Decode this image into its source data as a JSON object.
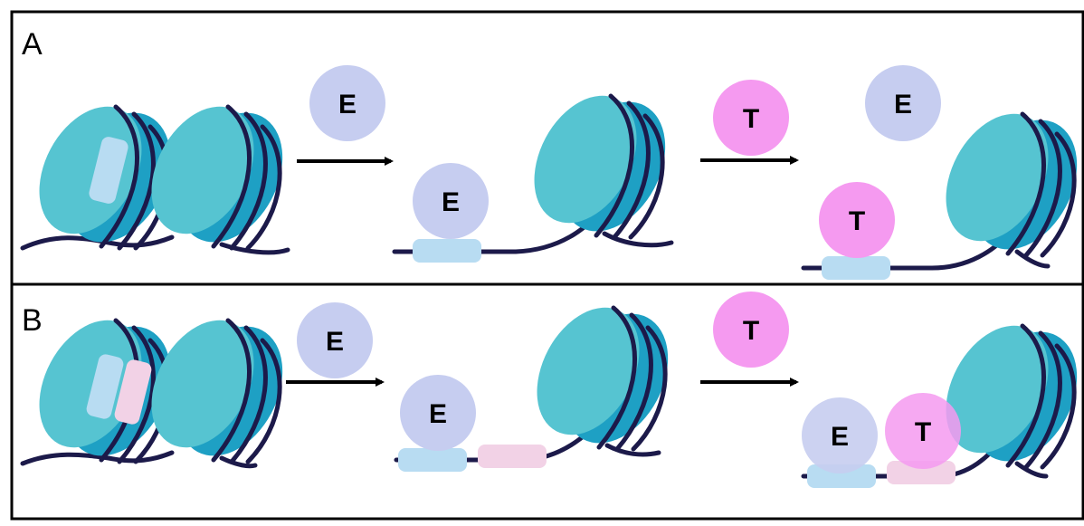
{
  "panels": [
    {
      "label": "A",
      "factors": {
        "free_E": "E",
        "bound_E": "E",
        "free_T": "T",
        "released_E": "E",
        "bound_T": "T"
      }
    },
    {
      "label": "B",
      "factors": {
        "free_E": "E",
        "bound_E": "E",
        "free_T": "T",
        "bound_E2": "E",
        "bound_T": "T"
      }
    }
  ],
  "colors": {
    "nucleosome_face": "#56c4d1",
    "nucleosome_side": "#1ea0c4",
    "dna": "#1c1a4a",
    "e_factor": "#c6cdf0",
    "t_factor": "#f59af0",
    "e_site": "#b8dcf2",
    "t_site": "#f2d2e6",
    "arrow": "#000000",
    "border": "#000000"
  }
}
